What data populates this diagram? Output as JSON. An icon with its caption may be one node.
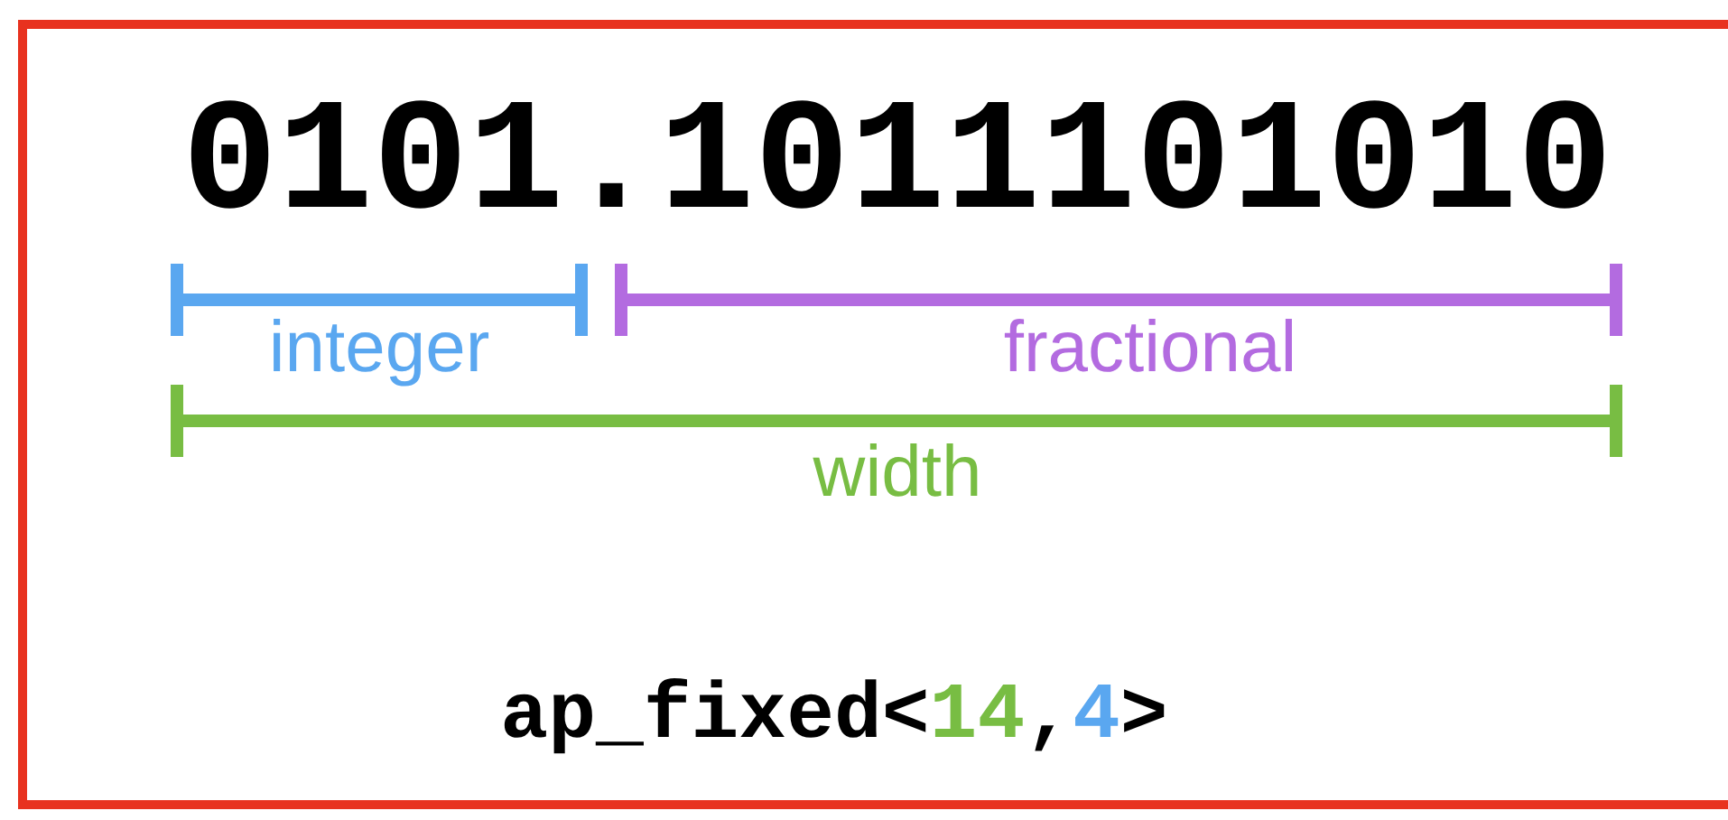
{
  "diagram": {
    "labels": [
      "0101.1011101010",
      "integer",
      "fractional",
      "width",
      "ap_fixed<14,4>"
    ]
  }
}
